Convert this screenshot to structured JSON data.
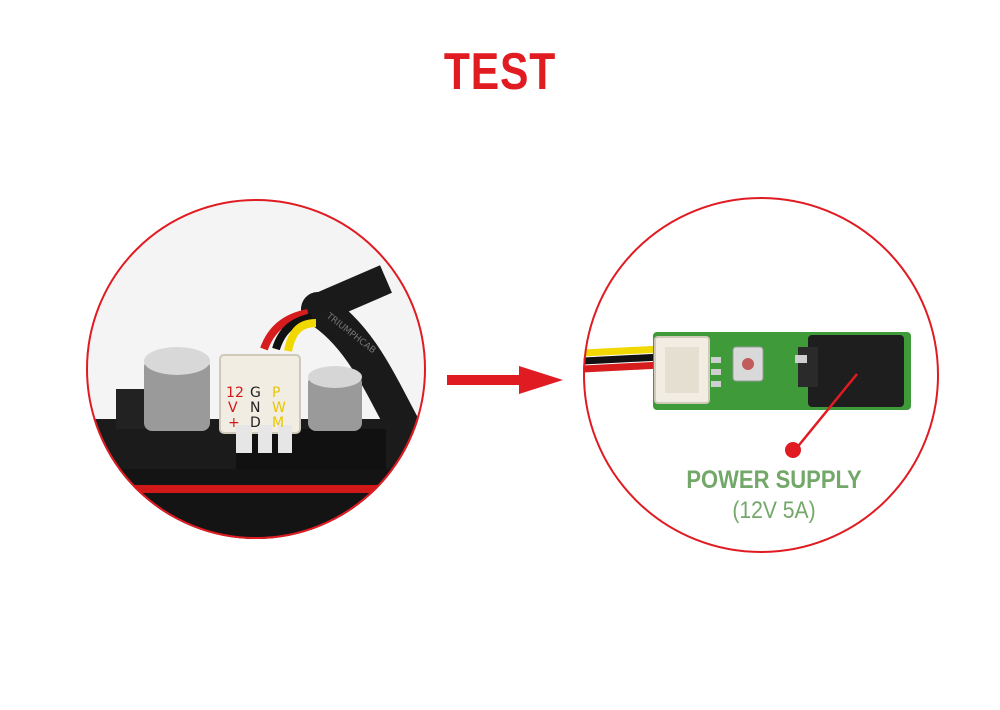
{
  "title": "TEST",
  "colors": {
    "accent_red": "#e01b22",
    "caption_green": "#73a86a",
    "pcb_green": "#3f9a3a",
    "frame_black": "#1b1b1b"
  },
  "left_photo": {
    "connector_labels": {
      "col1": [
        "1",
        "2",
        "V",
        "+"
      ],
      "col2": [
        "G",
        "N",
        "D"
      ],
      "col3": [
        "P",
        "W",
        "M"
      ]
    },
    "cable_print": "TRIUMPHCAB"
  },
  "right_photo": {
    "caption_line1": "POWER SUPPLY",
    "caption_line2": "(12V 5A)"
  },
  "icons": [
    "arrow-right-icon",
    "pointer-dot-icon"
  ]
}
